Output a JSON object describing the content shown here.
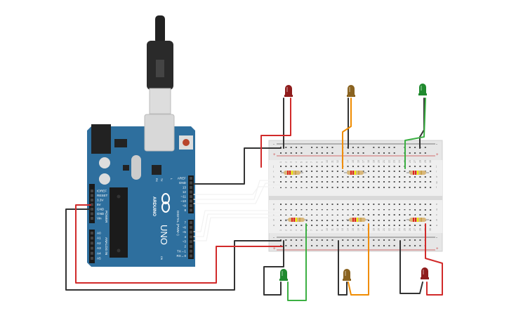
{
  "colors": {
    "board": "#2e6f9e",
    "breadboard": "#e6e6e6",
    "wire_black": "#333333",
    "wire_red": "#d12a2a",
    "wire_green": "#3cb043",
    "wire_orange": "#f08c00",
    "wire_white": "#f2f2f2",
    "led_red": "#8f1c1c",
    "led_brown": "#8a6320",
    "led_green": "#1f8a2e"
  },
  "arduino": {
    "brand": "ARDUINO",
    "model": "UNO",
    "digital_label": "DIGITAL (PWM~)",
    "power_label": "POWER",
    "analog_label": "ANALOG IN",
    "on_label": "ON",
    "tx_label": "TX",
    "rx_label": "RX",
    "l_label": "L",
    "digital_pins": [
      "AREF",
      "GND",
      "13",
      "12",
      "~11",
      "~10",
      "~9",
      "8",
      "7",
      "~6",
      "~5",
      "4",
      "~3",
      "2",
      "TX→1",
      "RX←0"
    ],
    "power_pins": [
      "IOREF",
      "RESET",
      "3.3V",
      "5V",
      "GND",
      "GND",
      "Vin"
    ],
    "analog_pins": [
      "A0",
      "A1",
      "A2",
      "A3",
      "A4",
      "A5"
    ]
  },
  "breadboard": {
    "columns": [
      "1",
      "2",
      "3",
      "4",
      "5",
      "6",
      "7",
      "8",
      "9",
      "10",
      "11",
      "12",
      "13",
      "14",
      "15",
      "16",
      "17",
      "18",
      "19",
      "20",
      "21",
      "22",
      "23",
      "24",
      "25",
      "26",
      "27",
      "28",
      "29",
      "30"
    ],
    "rows_top": [
      "j",
      "i",
      "h",
      "g",
      "f"
    ],
    "rows_bottom": [
      "e",
      "d",
      "c",
      "b",
      "a"
    ],
    "rail_minus": "-",
    "rail_plus": "+"
  },
  "leds": [
    {
      "color": "red",
      "position": "top"
    },
    {
      "color": "brown",
      "position": "top"
    },
    {
      "color": "green",
      "position": "top"
    },
    {
      "color": "green",
      "position": "bottom"
    },
    {
      "color": "brown",
      "position": "bottom"
    },
    {
      "color": "red",
      "position": "bottom"
    }
  ]
}
